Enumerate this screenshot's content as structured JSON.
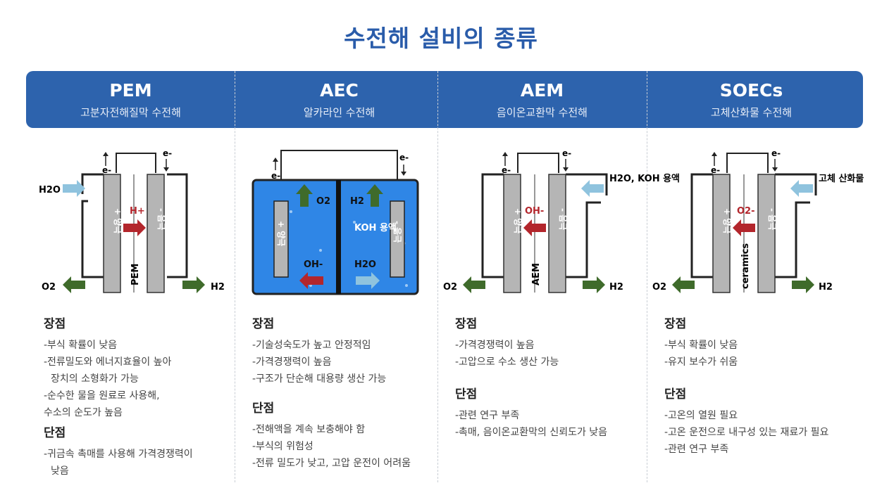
{
  "title": "수전해 설비의 종류",
  "columns": [
    {
      "name": "PEM",
      "subtitle": "고분자전해질막 수전해",
      "diagram": {
        "input_label": "H2O",
        "ion_label": "H+",
        "anode_label": "+ 양극",
        "cathode_label": "- 음극",
        "membrane_label": "PEM",
        "out_left": "O2",
        "out_right": "H2",
        "e_left": "e-",
        "e_right": "e-"
      },
      "pros_title": "장점",
      "pros": [
        "-부식 확률이 낮음",
        "-전류밀도와 에너지효율이 높아",
        "장치의 소형화가 가능",
        "-순수한 물을 원료로 사용해,",
        "수소의 순도가 높음"
      ],
      "cons_title": "단점",
      "cons": [
        "-귀금속 촉매를 사용해 가격경쟁력이",
        "낮음"
      ]
    },
    {
      "name": "AEC",
      "subtitle": "알카라인 수전해",
      "diagram": {
        "anode_label": "+ 양극",
        "cathode_label": "- 음극",
        "o2_label": "O2",
        "h2_label": "H2",
        "electrolyte_label": "KOH 용액",
        "ion_label": "OH-",
        "water_label": "H2O",
        "e_left": "e-",
        "e_right": "e-"
      },
      "pros_title": "장점",
      "pros": [
        "-기술성숙도가 높고 안정적임",
        "-가격경쟁력이 높음",
        "-구조가 단순해 대용량 생산 가능"
      ],
      "cons_title": "단점",
      "cons": [
        "-전해액을 계속 보충해야 함",
        "-부식의 위험성",
        "-전류 밀도가 낮고, 고압 운전이 어려움"
      ]
    },
    {
      "name": "AEM",
      "subtitle": "음이온교환막 수전해",
      "diagram": {
        "input_label": "H2O, KOH 용액",
        "ion_label": "OH-",
        "anode_label": "+ 양극",
        "cathode_label": "- 음극",
        "membrane_label": "AEM",
        "out_left": "O2",
        "out_right": "H2",
        "e_left": "e-",
        "e_right": "e-"
      },
      "pros_title": "장점",
      "pros": [
        "-가격경쟁력이 높음",
        "-고압으로 수소 생산 가능"
      ],
      "cons_title": "단점",
      "cons": [
        "-관련 연구 부족",
        "-촉매, 음이온교환막의 신뢰도가 낮음"
      ]
    },
    {
      "name": "SOECs",
      "subtitle": "고체산화물 수전해",
      "diagram": {
        "input_label": "고체 산화물",
        "ion_label": "O2-",
        "anode_label": "+ 양극",
        "cathode_label": "- 음극",
        "membrane_label": "ceramics",
        "out_left": "O2",
        "out_right": "H2",
        "e_left": "e-",
        "e_right": "e-"
      },
      "pros_title": "장점",
      "pros": [
        "-부식 확률이 낮음",
        "-유지 보수가 쉬움"
      ],
      "cons_title": "단점",
      "cons": [
        "-고온의 열원 필요",
        "-고온 운전으로 내구성 있는 재료가 필요",
        "-관련 연구 부족"
      ]
    }
  ],
  "colors": {
    "title": "#2a5caa",
    "header": "#2d63ad",
    "electrode": "#b5b5b5",
    "arrow_red": "#b3262c",
    "arrow_green": "#3f6b2b",
    "arrow_lightblue": "#8fc3de",
    "electrolyte": "#2f86e6"
  }
}
